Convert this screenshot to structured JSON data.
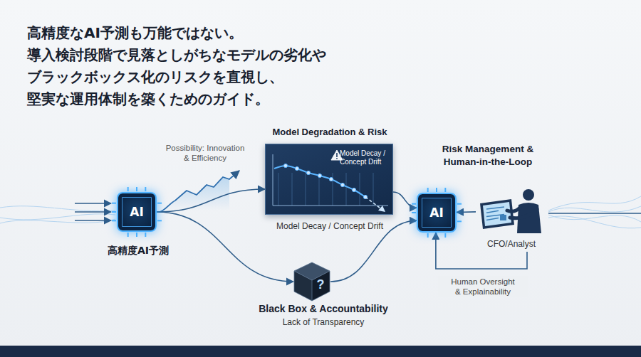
{
  "diagram": {
    "title": "高精度なAI予測も万能ではない。 導入検討段階で見落としがちなモデルの劣化や ブラックボックス化のリスクを直視し、 堅実な運用体制を築くためのガイド。",
    "nodes": [
      {
        "text": [
          "AI",
          "高精度AI予測"
        ]
      },
      {
        "text": [
          "Model Degradation & Risk",
          "Model Decay / Concept Drift",
          "Model Decay / Concept Drift"
        ]
      },
      {
        "text": [
          "?",
          "Black Box & Accountability",
          "Lack of Transparency"
        ]
      },
      {
        "text": [
          "AI"
        ]
      },
      {
        "text": [
          "CFO/Analyst"
        ]
      }
    ],
    "edges": [
      {
        "from": 0,
        "to": 1,
        "arrow": "to"
      },
      {
        "from": 0,
        "to": 2,
        "arrow": "to"
      },
      {
        "from": 1,
        "to": 3,
        "arrow": "to"
      },
      {
        "from": 2,
        "to": 3,
        "arrow": "to"
      },
      {
        "from": 4,
        "to": 3,
        "arrow": "to"
      },
      {
        "from": 4,
        "to": 3,
        "arrow": "to",
        "label": "Human Oversight & Explainability"
      }
    ],
    "labels": [
      "Possibility: Innovation & Efficiency",
      "Risk Management & Human-in-the-Loop"
    ]
  }
}
